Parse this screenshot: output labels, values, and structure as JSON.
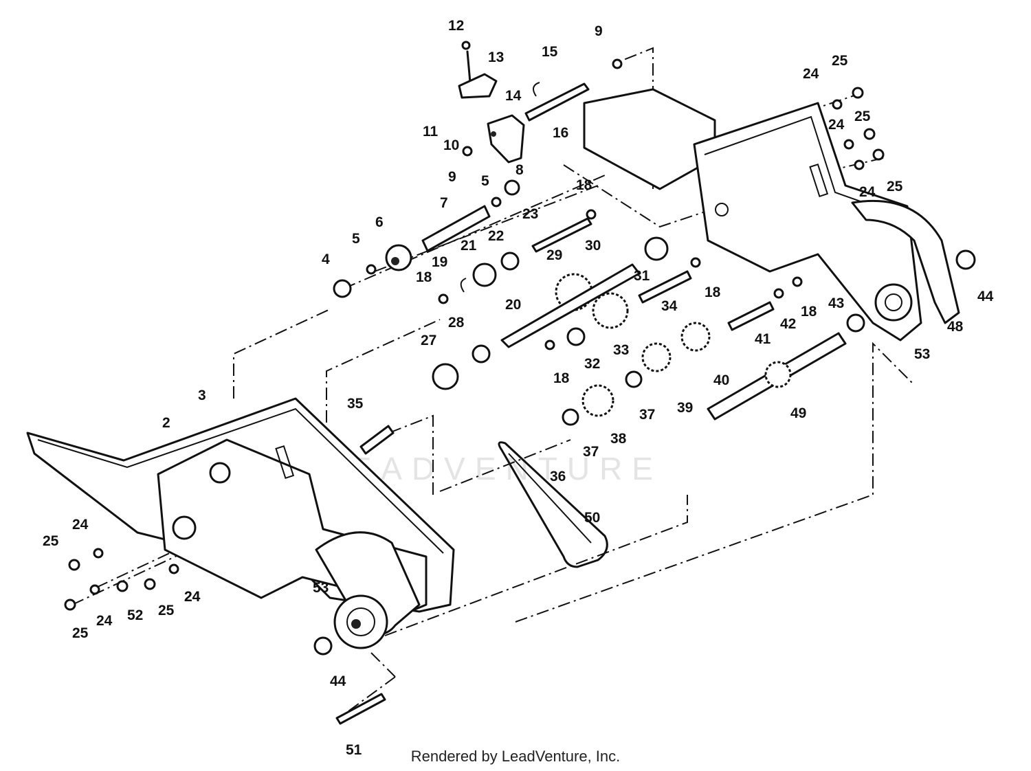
{
  "footer": {
    "credit": "Rendered by LeadVenture, Inc."
  },
  "watermark": {
    "text": "LEADVENTURE"
  },
  "callouts": [
    {
      "id": "c12",
      "label": "12"
    },
    {
      "id": "c13",
      "label": "13"
    },
    {
      "id": "c15",
      "label": "15"
    },
    {
      "id": "c9a",
      "label": "9"
    },
    {
      "id": "c14",
      "label": "14"
    },
    {
      "id": "c11",
      "label": "11"
    },
    {
      "id": "c10",
      "label": "10"
    },
    {
      "id": "c16",
      "label": "16"
    },
    {
      "id": "c9b",
      "label": "9"
    },
    {
      "id": "c8",
      "label": "8"
    },
    {
      "id": "c5a",
      "label": "5"
    },
    {
      "id": "c7",
      "label": "7"
    },
    {
      "id": "c18a",
      "label": "18"
    },
    {
      "id": "c23",
      "label": "23"
    },
    {
      "id": "c6",
      "label": "6"
    },
    {
      "id": "c5b",
      "label": "5"
    },
    {
      "id": "c22",
      "label": "22"
    },
    {
      "id": "c21",
      "label": "21"
    },
    {
      "id": "c4",
      "label": "4"
    },
    {
      "id": "c19",
      "label": "19"
    },
    {
      "id": "c18b",
      "label": "18"
    },
    {
      "id": "c20",
      "label": "20"
    },
    {
      "id": "c29",
      "label": "29"
    },
    {
      "id": "c30",
      "label": "30"
    },
    {
      "id": "c31",
      "label": "31"
    },
    {
      "id": "c18c",
      "label": "18"
    },
    {
      "id": "c34",
      "label": "34"
    },
    {
      "id": "c28",
      "label": "28"
    },
    {
      "id": "c27",
      "label": "27"
    },
    {
      "id": "c32",
      "label": "32"
    },
    {
      "id": "c33",
      "label": "33"
    },
    {
      "id": "c18d",
      "label": "18"
    },
    {
      "id": "c42",
      "label": "42"
    },
    {
      "id": "c18e",
      "label": "18"
    },
    {
      "id": "c43",
      "label": "43"
    },
    {
      "id": "c41",
      "label": "41"
    },
    {
      "id": "c40",
      "label": "40"
    },
    {
      "id": "c39",
      "label": "39"
    },
    {
      "id": "c37a",
      "label": "37"
    },
    {
      "id": "c38",
      "label": "38"
    },
    {
      "id": "c37b",
      "label": "37"
    },
    {
      "id": "c36",
      "label": "36"
    },
    {
      "id": "c49",
      "label": "49"
    },
    {
      "id": "c53a",
      "label": "53"
    },
    {
      "id": "c48",
      "label": "48"
    },
    {
      "id": "c44a",
      "label": "44"
    },
    {
      "id": "c24a",
      "label": "24"
    },
    {
      "id": "c25a",
      "label": "25"
    },
    {
      "id": "c25b",
      "label": "25"
    },
    {
      "id": "c24b",
      "label": "24"
    },
    {
      "id": "c24c",
      "label": "24"
    },
    {
      "id": "c25c",
      "label": "25"
    },
    {
      "id": "c3",
      "label": "3"
    },
    {
      "id": "c2",
      "label": "2"
    },
    {
      "id": "c35",
      "label": "35"
    },
    {
      "id": "c50",
      "label": "50"
    },
    {
      "id": "c25d",
      "label": "25"
    },
    {
      "id": "c24d",
      "label": "24"
    },
    {
      "id": "c24e",
      "label": "24"
    },
    {
      "id": "c25e",
      "label": "25"
    },
    {
      "id": "c24f",
      "label": "24"
    },
    {
      "id": "c52",
      "label": "52"
    },
    {
      "id": "c25f",
      "label": "25"
    },
    {
      "id": "c24g",
      "label": "24"
    },
    {
      "id": "c53b",
      "label": "53"
    },
    {
      "id": "c44b",
      "label": "44"
    },
    {
      "id": "c51",
      "label": "51"
    }
  ]
}
